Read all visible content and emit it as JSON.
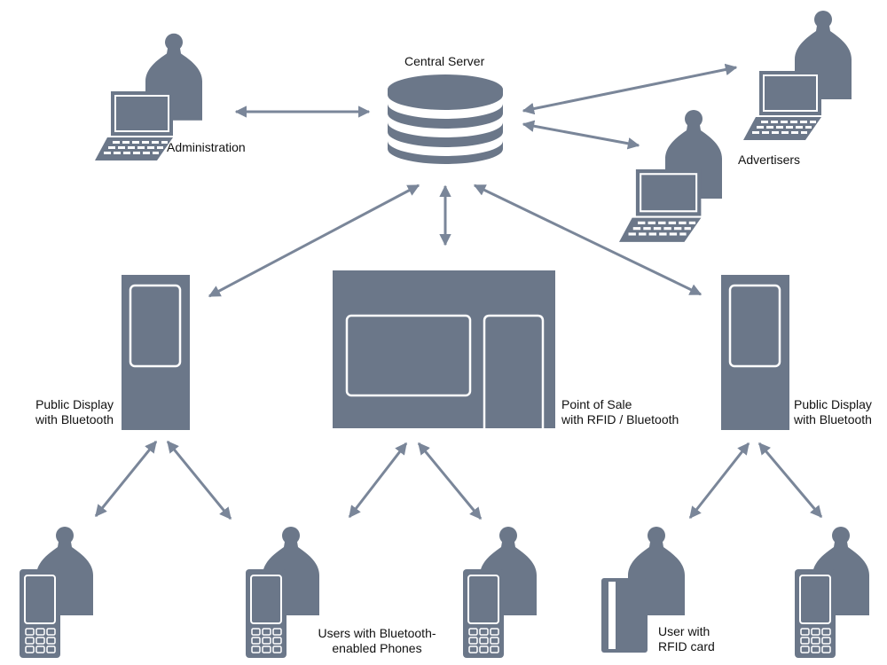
{
  "colors": {
    "device": "#6b7789",
    "arrow": "#7a8699",
    "screen_border": "#ffffff",
    "text": "#111111",
    "background": "#ffffff"
  },
  "labels": {
    "central_server": "Central Server",
    "administration": "Administration",
    "advertisers": "Advertisers",
    "public_display_left": [
      "Public Display",
      "with Bluetooth"
    ],
    "point_of_sale": [
      "Point of Sale",
      "with RFID / Bluetooth"
    ],
    "public_display_right": [
      "Public Display",
      "with Bluetooth"
    ],
    "users_phones": [
      "Users with Bluetooth-",
      "enabled Phones"
    ],
    "user_rfid": [
      "User with",
      "RFID card"
    ]
  },
  "icons": [
    "person-icon",
    "laptop-icon",
    "database-icon",
    "display-kiosk-icon",
    "point-of-sale-terminal-icon",
    "mobile-phone-icon",
    "rfid-card-icon",
    "bidirectional-arrow-icon"
  ]
}
